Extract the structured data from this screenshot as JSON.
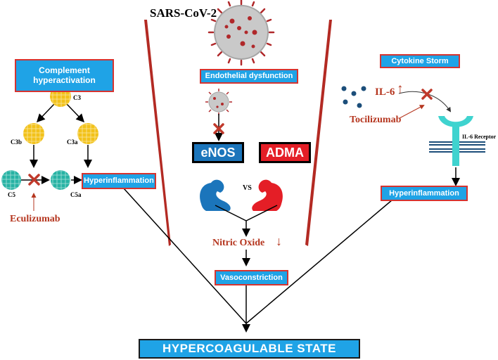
{
  "title": "SARS-CoV-2",
  "colors": {
    "box_fill": "#1fa3e6",
    "box_border": "#d6332f",
    "drug_text": "#b5361f",
    "complement_node": "#f2c21a",
    "c5_node": "#27b3a4",
    "enos": "#1b75bb",
    "adma": "#e41e26",
    "inhibit_mark": "#c0392b"
  },
  "complement": {
    "box_line1": "Complement",
    "box_line2": "hyperactivation",
    "c3": "C3",
    "c3b": "C3b",
    "c3a": "C3a",
    "c5": "C5",
    "c5a": "C5a",
    "drug": "Eculizumab",
    "outcome": "Hyperinflammation"
  },
  "endothelial": {
    "box": "Endothelial dysfunction",
    "enos": "eNOS",
    "adma": "ADMA",
    "vs": "VS",
    "no_label": "Nitric Oxide",
    "no_arrow": "↓",
    "outcome": "Vasoconstriction"
  },
  "cytokine": {
    "box": "Cytokine Storm",
    "il6": "IL-6",
    "il6_arrow": "↑",
    "drug": "Tocilizumab",
    "receptor": "IL-6 Receptor",
    "outcome": "Hyperinflammation"
  },
  "final": "HYPERCOAGULABLE STATE",
  "icons": [
    "virus-icon",
    "flexed-arm-icon",
    "inhibition-x-icon",
    "receptor-icon"
  ]
}
